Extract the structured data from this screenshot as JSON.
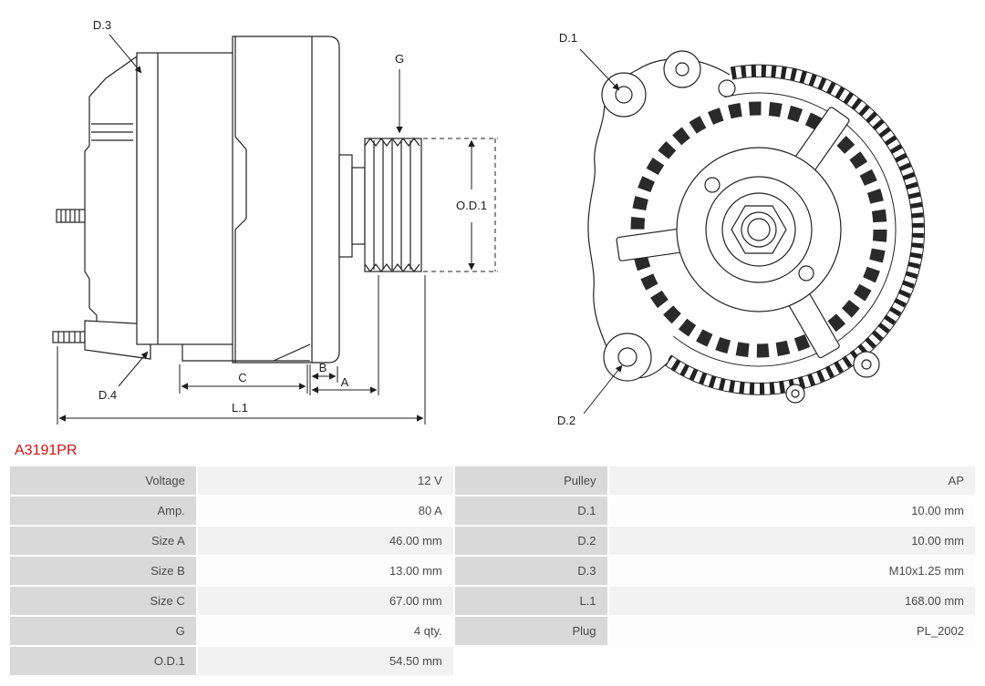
{
  "part_number": "A3191PR",
  "diagram": {
    "side_labels": {
      "d3": "D.3",
      "g": "G",
      "od1": "O.D.1",
      "d4": "D.4",
      "c": "C",
      "b": "B",
      "a": "A",
      "l1": "L.1"
    },
    "front_labels": {
      "d1": "D.1",
      "d2": "D.2"
    }
  },
  "specs": {
    "rows": [
      {
        "l1": "Voltage",
        "v1": "12 V",
        "l2": "Pulley",
        "v2": "AP"
      },
      {
        "l1": "Amp.",
        "v1": "80 A",
        "l2": "D.1",
        "v2": "10.00 mm"
      },
      {
        "l1": "Size A",
        "v1": "46.00 mm",
        "l2": "D.2",
        "v2": "10.00 mm"
      },
      {
        "l1": "Size B",
        "v1": "13.00 mm",
        "l2": "D.3",
        "v2": "M10x1.25 mm"
      },
      {
        "l1": "Size C",
        "v1": "67.00 mm",
        "l2": "L.1",
        "v2": "168.00 mm"
      },
      {
        "l1": "G",
        "v1": "4 qty.",
        "l2": "Plug",
        "v2": "PL_2002"
      },
      {
        "l1": "O.D.1",
        "v1": "54.50 mm",
        "l2": "",
        "v2": ""
      }
    ]
  }
}
